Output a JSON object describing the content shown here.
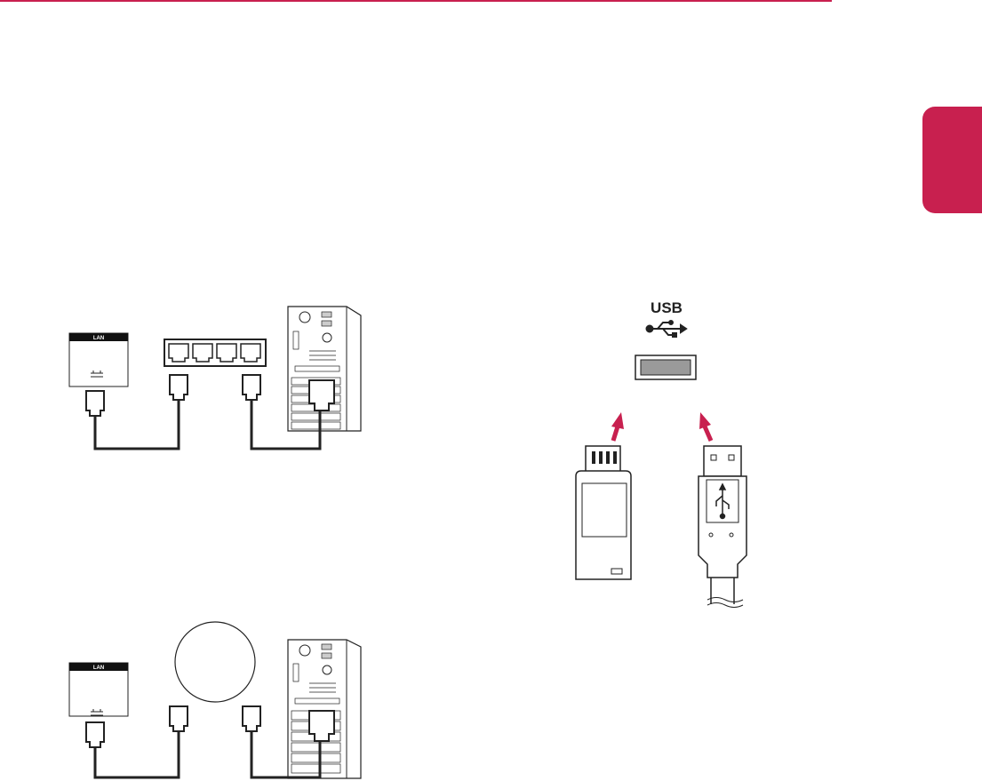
{
  "page": {
    "accent_color": "#c8204f",
    "side_tab_label": ""
  },
  "figures": {
    "lan_router": {
      "monitor_port_label": "LAN"
    },
    "lan_internet": {
      "monitor_port_label": "LAN"
    },
    "usb": {
      "port_label": "USB",
      "icons": [
        "usb-trident-icon",
        "arrow-up-icon"
      ]
    }
  }
}
